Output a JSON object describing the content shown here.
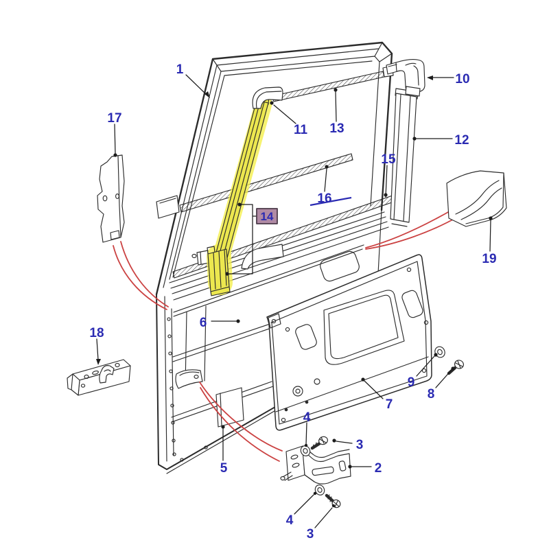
{
  "diagram": {
    "highlighted_part": "14",
    "colors": {
      "callout_blue": "#2a2ab2",
      "guide_red": "#cb4242",
      "highlight_yellow": "#f4ef4d",
      "part_yellow_fill": "#ece74f",
      "highlight_box_bg": "#b08aa4",
      "highlight_box_border": "#503e4e"
    },
    "callouts": {
      "c1": {
        "text": "1"
      },
      "c2": {
        "text": "2"
      },
      "c3a": {
        "text": "3"
      },
      "c3b": {
        "text": "3"
      },
      "c4a": {
        "text": "4"
      },
      "c4b": {
        "text": "4"
      },
      "c5": {
        "text": "5"
      },
      "c6": {
        "text": "6"
      },
      "c7": {
        "text": "7"
      },
      "c8": {
        "text": "8"
      },
      "c9": {
        "text": "9"
      },
      "c10": {
        "text": "10"
      },
      "c11": {
        "text": "11"
      },
      "c12": {
        "text": "12"
      },
      "c13": {
        "text": "13"
      },
      "c14": {
        "text": "14"
      },
      "c15": {
        "text": "15"
      },
      "c16": {
        "text": "16"
      },
      "c17": {
        "text": "17"
      },
      "c18": {
        "text": "18"
      },
      "c19": {
        "text": "19"
      }
    }
  }
}
